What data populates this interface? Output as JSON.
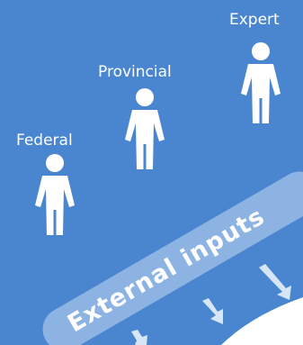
{
  "labels": {
    "federal": "Federal",
    "provincial": "Provincial",
    "expert": "Expert",
    "external_inputs": "External inputs"
  },
  "icons": {
    "person": "person-icon",
    "arrow": "arrow-down-icon"
  },
  "colors": {
    "background": "#4a86cf",
    "banner": "#8db3e2",
    "figure": "#ffffff",
    "arrow": "#d7e6f6"
  }
}
